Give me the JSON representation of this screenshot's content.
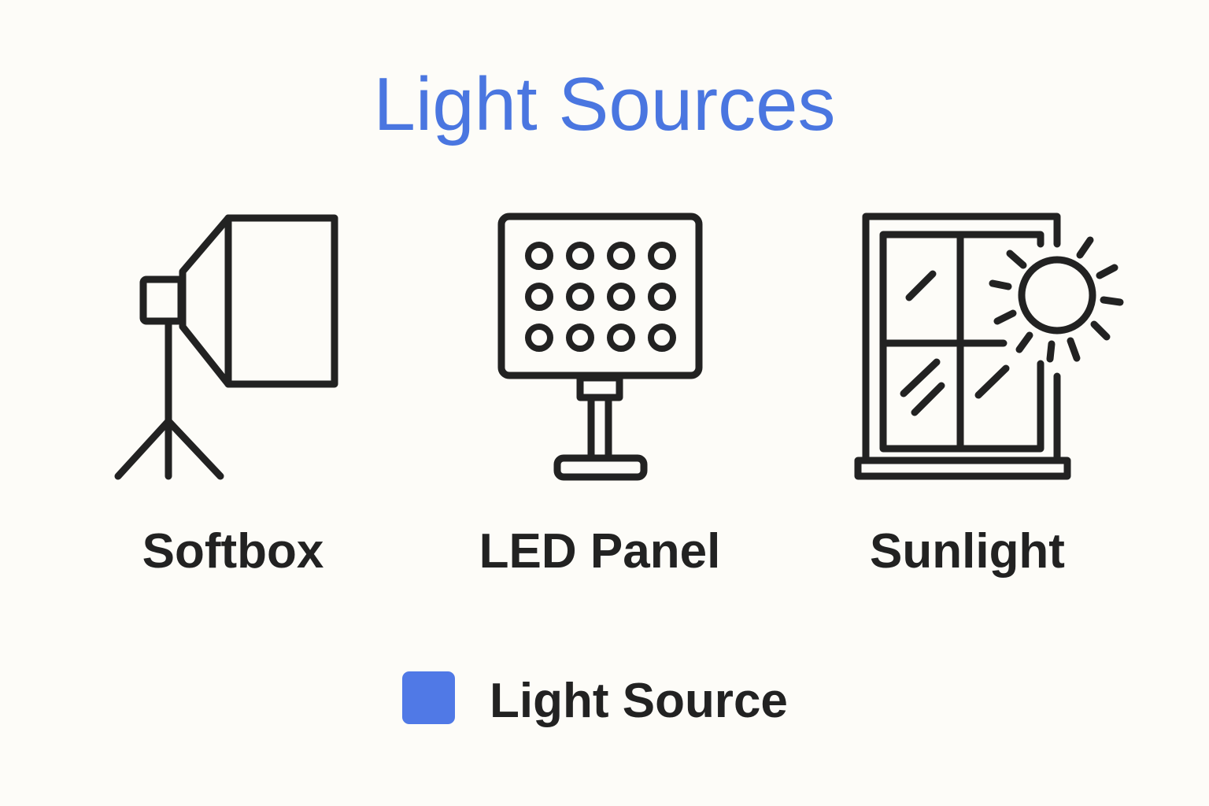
{
  "title": "Light Sources",
  "items": [
    {
      "label": "Softbox"
    },
    {
      "label": "LED Panel"
    },
    {
      "label": "Sunlight"
    }
  ],
  "legend": {
    "label": "Light Source",
    "color": "#5079e6"
  }
}
